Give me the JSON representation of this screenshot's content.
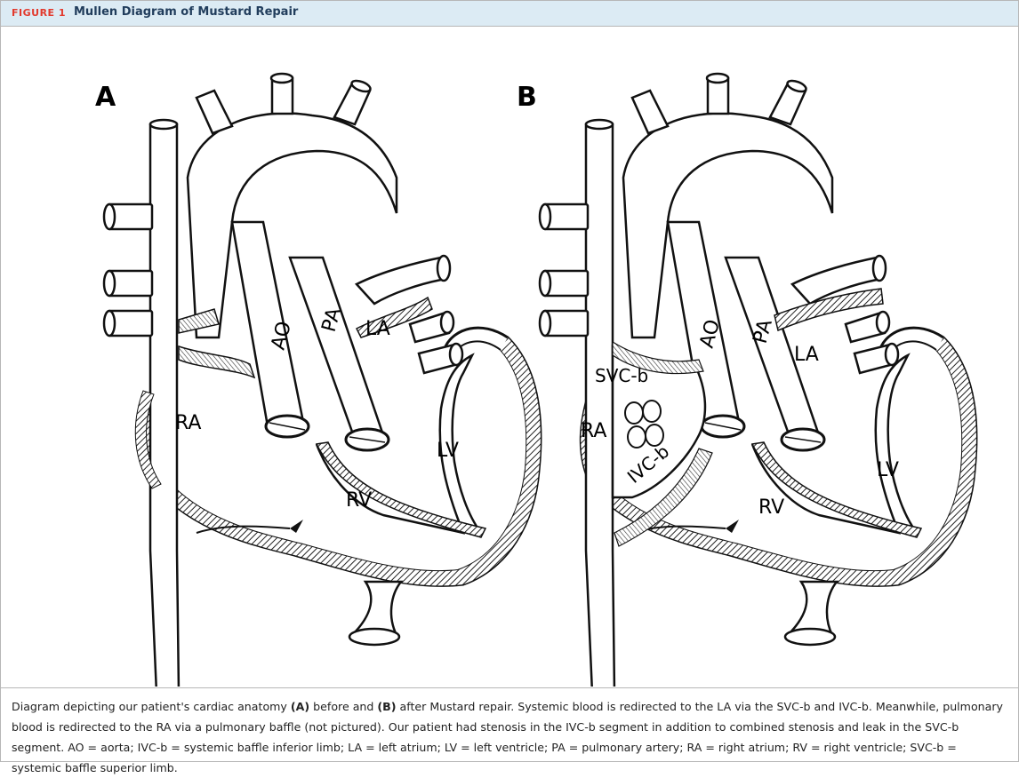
{
  "figure": {
    "number": "FIGURE 1",
    "title": "Mullen Diagram of Mustard Repair"
  },
  "panels": [
    {
      "letter": "A",
      "labels": {
        "ao": "AO",
        "pa": "PA",
        "la": "LA",
        "ra": "RA",
        "lv": "LV",
        "rv": "RV"
      }
    },
    {
      "letter": "B",
      "labels": {
        "ao": "AO",
        "pa": "PA",
        "la": "LA",
        "ra": "RA",
        "lv": "LV",
        "rv": "RV",
        "svcb": "SVC-b",
        "ivcb": "IVC-b"
      }
    }
  ],
  "caption": {
    "p1": "Diagram depicting our patient's cardiac anatomy ",
    "a_ref": "(A)",
    "p2": " before and ",
    "b_ref": "(B)",
    "p3": " after Mustard repair. Systemic blood is redirected to the LA via the SVC-b and IVC-b. Meanwhile, pulmonary blood is redirected to the RA via a pulmonary baffle (not pictured). Our patient had stenosis in the IVC-b segment in addition to combined stenosis and leak in the SVC-b segment. AO = aorta; IVC-b = systemic baffle inferior limb; LA = left atrium; LV = left ventricle; PA = pulmonary artery; RA = right atrium; RV = right ventricle; SVC-b = systemic baffle superior limb."
  }
}
